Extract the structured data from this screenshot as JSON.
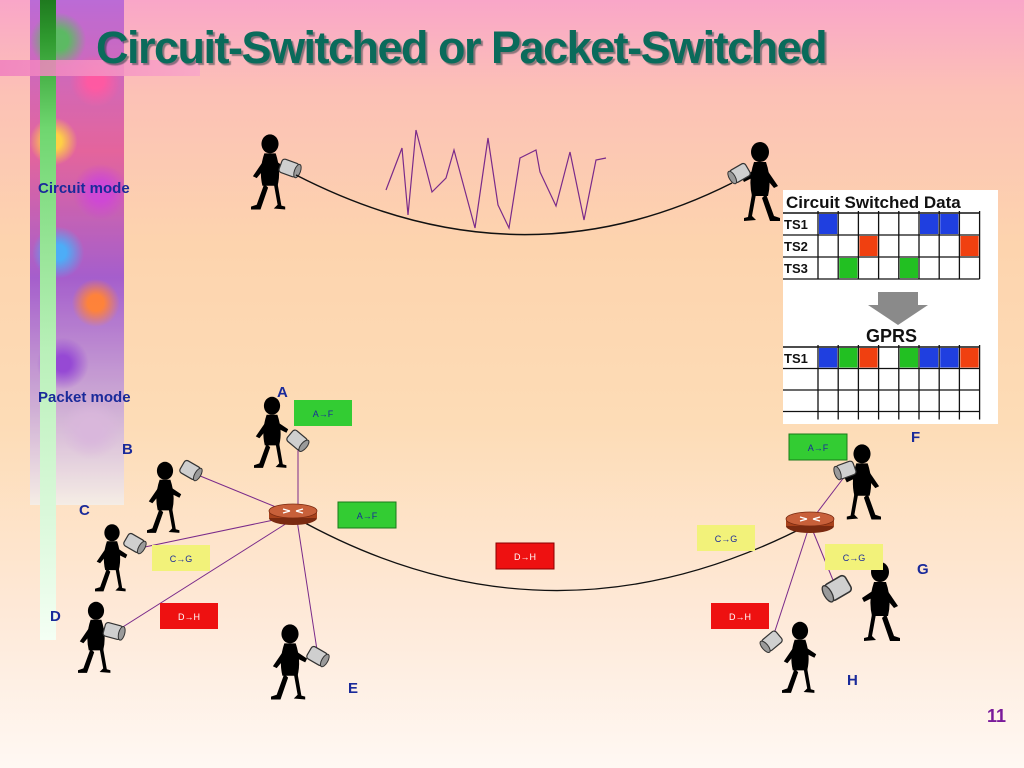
{
  "title": "Circuit-Switched or Packet-Switched",
  "modes": {
    "circuit": "Circuit mode",
    "packet": "Packet mode"
  },
  "nodes": [
    "A",
    "B",
    "C",
    "D",
    "E",
    "F",
    "G",
    "H"
  ],
  "packets": {
    "a_to_f": "A→F",
    "c_to_g": "C→G",
    "d_to_h": "D→H"
  },
  "csd_chart": {
    "title": "Circuit Switched Data",
    "gprs_label": "GPRS",
    "rows": [
      "TS1",
      "TS2",
      "TS3"
    ],
    "gprs_row": "TS1",
    "colors": {
      "blue": "#1f3fe0",
      "red": "#f04010",
      "green": "#22c022"
    }
  },
  "colors": {
    "title": "#0a6b5b",
    "labels": "#1a2a9a",
    "packet_green": "#33cc33",
    "packet_yellow": "#f2f27a",
    "packet_red": "#ee1111",
    "links": "#7a2a8a"
  },
  "page_number": "11"
}
